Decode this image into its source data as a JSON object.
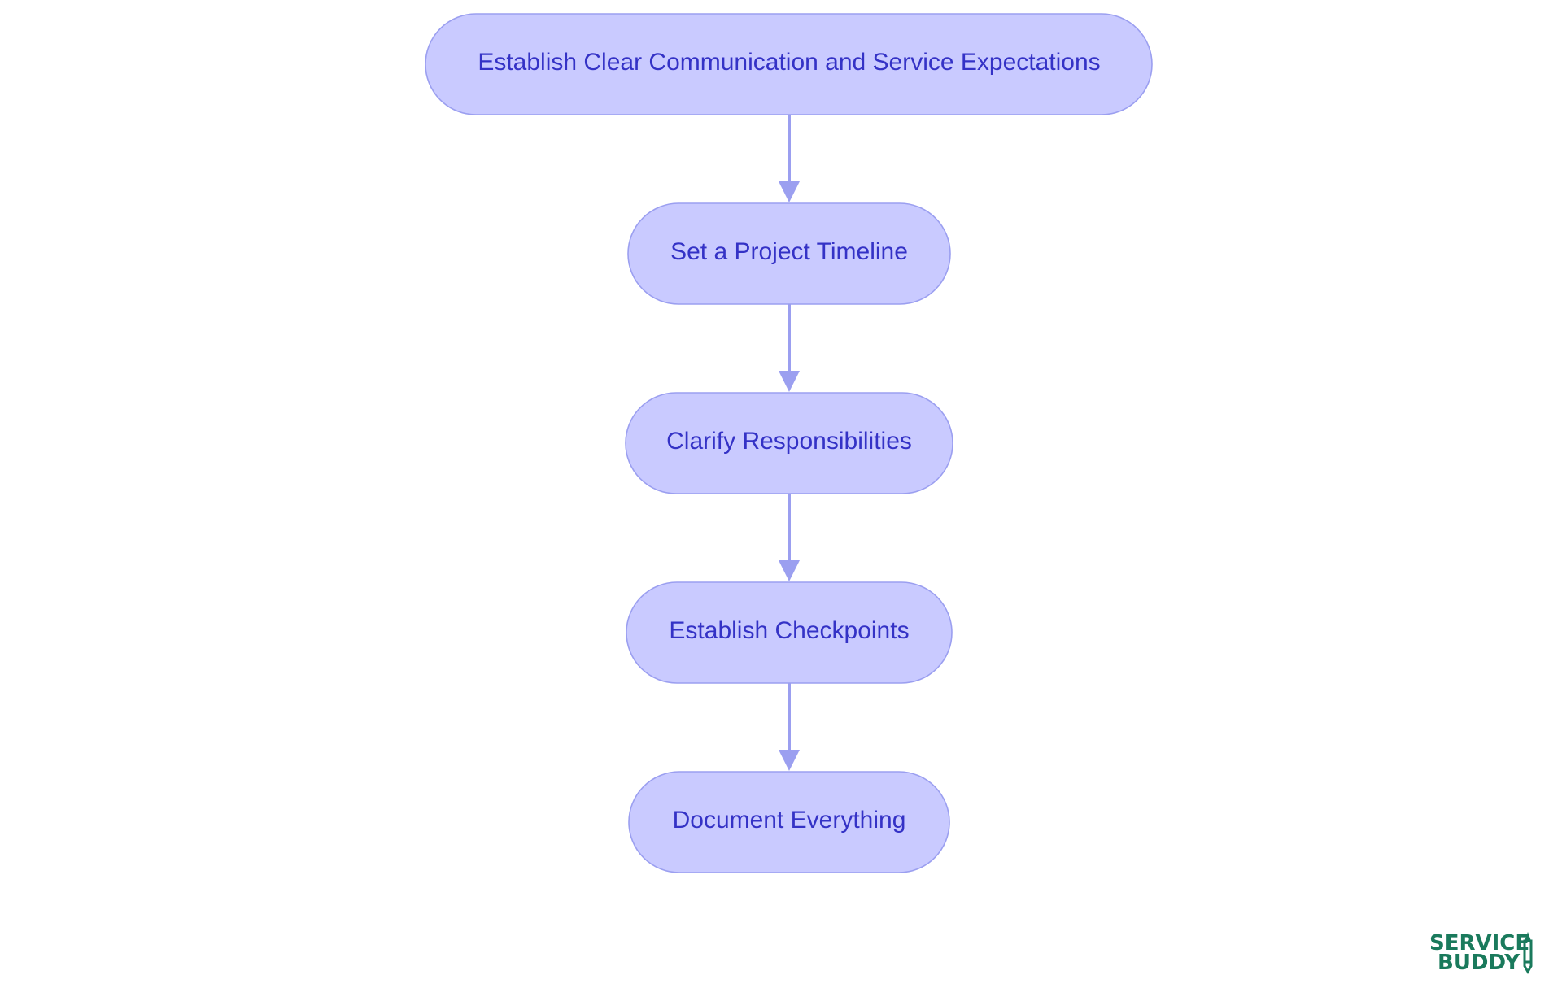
{
  "diagram": {
    "type": "flowchart",
    "direction": "top-to-bottom",
    "nodes": [
      {
        "id": "n1",
        "label": "Establish Clear Communication and Service Expectations"
      },
      {
        "id": "n2",
        "label": "Set a Project Timeline"
      },
      {
        "id": "n3",
        "label": "Clarify Responsibilities"
      },
      {
        "id": "n4",
        "label": "Establish Checkpoints"
      },
      {
        "id": "n5",
        "label": "Document Everything"
      }
    ],
    "edges": [
      {
        "from": "n1",
        "to": "n2"
      },
      {
        "from": "n2",
        "to": "n3"
      },
      {
        "from": "n3",
        "to": "n4"
      },
      {
        "from": "n4",
        "to": "n5"
      }
    ],
    "colors": {
      "node_fill": "#c9caff",
      "node_border": "#9b9ff0",
      "text": "#3432c6",
      "edge": "#9b9ff0"
    }
  },
  "logo": {
    "line1": "SERVICE",
    "line2": "BUDDY",
    "icon": "pencil-icon",
    "color": "#1a7a5c"
  }
}
